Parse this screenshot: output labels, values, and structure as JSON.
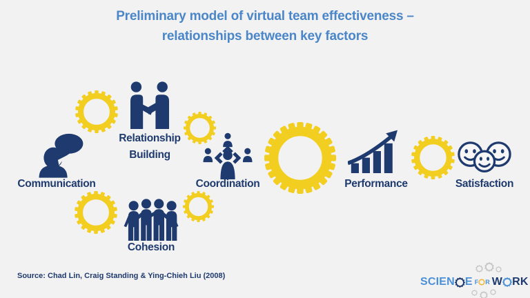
{
  "title": {
    "line1": "Preliminary model of virtual team effectiveness –",
    "line2": "relationships between key factors"
  },
  "factors": [
    {
      "label": "Communication",
      "icon": "person-speech-bubble-icon"
    },
    {
      "label": "Relationship Building",
      "icon": "handshake-people-icon"
    },
    {
      "label": "Coordination",
      "icon": "team-coordination-icon"
    },
    {
      "label": "Cohesion",
      "icon": "team-huddle-icon"
    },
    {
      "label": "Performance",
      "icon": "bar-chart-rising-arrow-icon"
    },
    {
      "label": "Satisfaction",
      "icon": "smiley-faces-icon"
    }
  ],
  "source": "Source: Chad Lin, Craig Standing & Ying-Chieh Liu (2008)",
  "logo": {
    "scien": "SCIEN",
    "e": "E",
    "f": "F",
    "r": "R",
    "w": "W",
    "rk": "RK"
  },
  "colors": {
    "background": "#f2f2f2",
    "title_blue": "#4a86c8",
    "navy": "#1e3a6e",
    "gear_yellow": "#f2ce20",
    "logo_blue": "#4a90d9",
    "logo_gear_yellow": "#f2b632",
    "logo_gray": "#c6c6c6"
  }
}
